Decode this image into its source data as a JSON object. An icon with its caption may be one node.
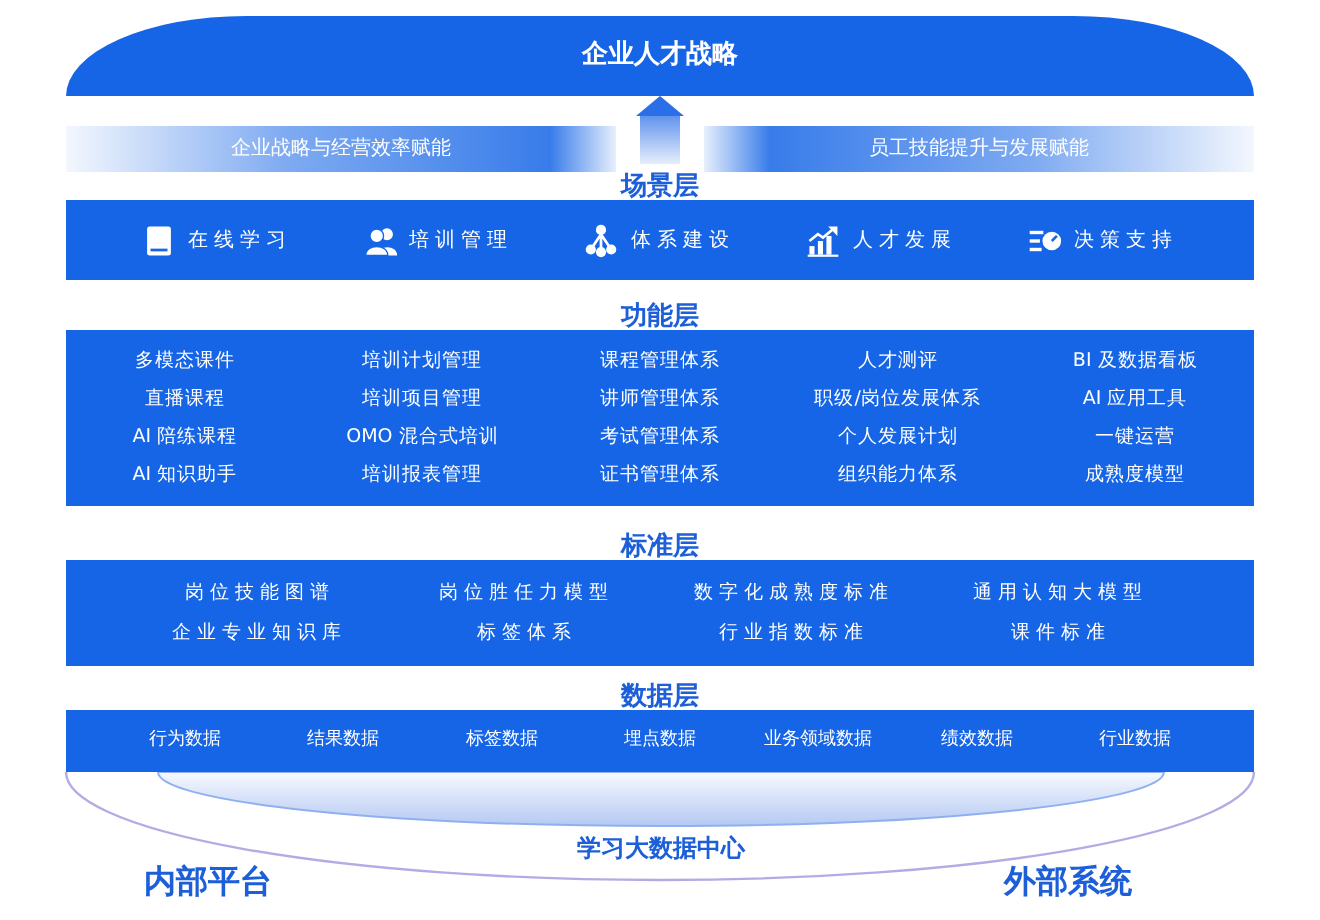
{
  "diagram": {
    "nodes": [
      {
        "text": [
          "企业人才战略"
        ]
      },
      {
        "text": [
          "企业战略与经营效率赋能"
        ]
      },
      {
        "text": [
          "员工技能提升与发展赋能"
        ]
      },
      {
        "text": [
          "场景层",
          "在线学习",
          "培训管理",
          "体系建设",
          "人才发展",
          "决策支持"
        ]
      },
      {
        "text": [
          "功能层",
          "多模态课件",
          "培训计划管理",
          "课程管理体系",
          "人才测评",
          "BI 及数据看板",
          "直播课程",
          "培训项目管理",
          "讲师管理体系",
          "职级/岗位发展体系",
          "AI 应用工具",
          "AI 陪练课程",
          "OMO 混合式培训",
          "考试管理体系",
          "个人发展计划",
          "一键运营",
          "AI 知识助手",
          "培训报表管理",
          "证书管理体系",
          "组织能力体系",
          "成熟度模型"
        ]
      },
      {
        "text": [
          "标准层",
          "岗位技能图谱",
          "岗位胜任力模型",
          "数字化成熟度标准",
          "通用认知大模型",
          "企业专业知识库",
          "标签体系",
          "行业指数标准",
          "课件标准"
        ]
      },
      {
        "text": [
          "数据层",
          "行为数据",
          "结果数据",
          "标签数据",
          "埋点数据",
          "业务领域数据",
          "绩效数据",
          "行业数据"
        ]
      },
      {
        "text": [
          "学习大数据中心"
        ]
      }
    ],
    "edges": [
      {
        "from": 3,
        "to": 0,
        "arrow": "to"
      }
    ],
    "labels": [
      "内部平台",
      "外部系统"
    ]
  }
}
